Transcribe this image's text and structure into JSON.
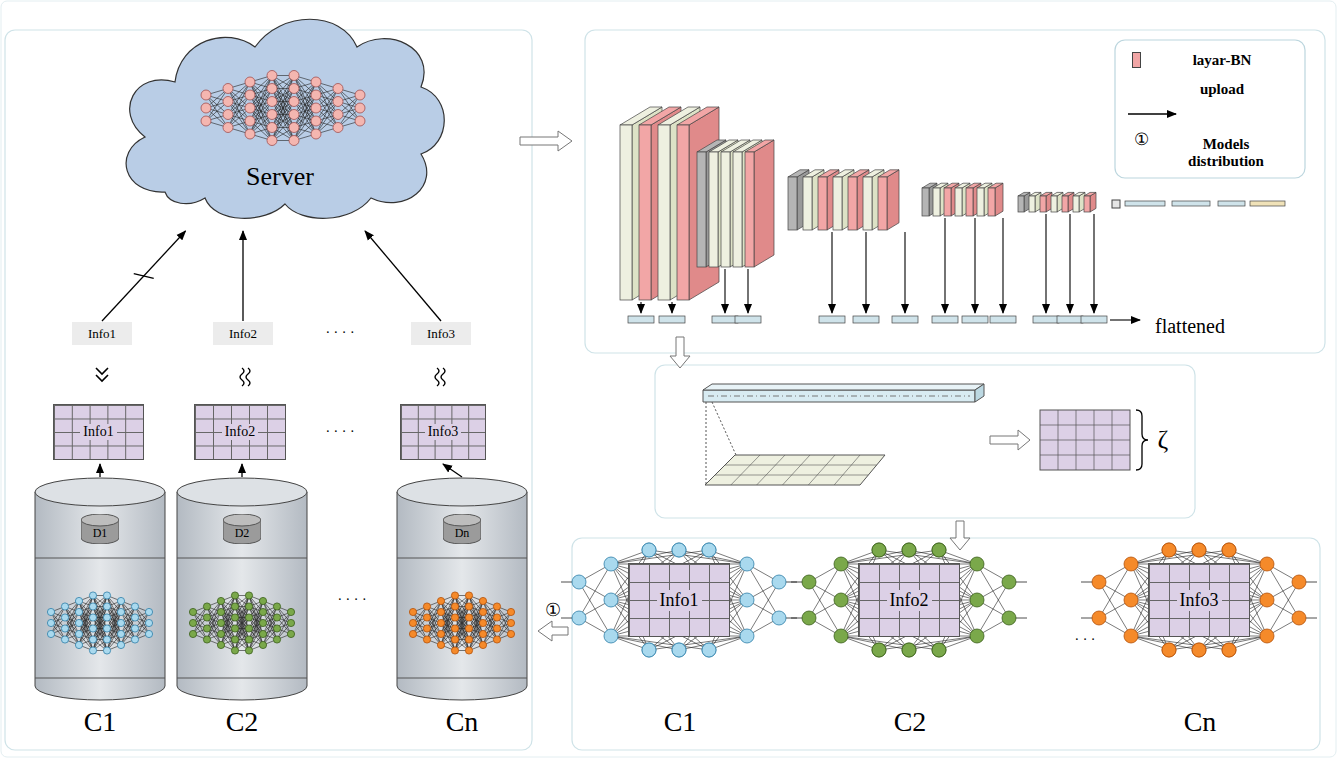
{
  "diagram": {
    "nodes": [
      {
        "text": [
          "Server"
        ]
      },
      {
        "text": [
          "Info1"
        ]
      },
      {
        "text": [
          "Info2"
        ]
      },
      {
        "text": [
          "Info3"
        ]
      },
      {
        "text": [
          "Info1"
        ]
      },
      {
        "text": [
          "Info2"
        ]
      },
      {
        "text": [
          "Info3"
        ]
      },
      {
        "text": [
          "C1"
        ]
      },
      {
        "text": [
          "D1"
        ],
        "in": 7
      },
      {
        "text": [
          "C2"
        ]
      },
      {
        "text": [
          "D2"
        ],
        "in": 9
      },
      {
        "text": [
          "Cn"
        ]
      },
      {
        "text": [
          "Dn"
        ],
        "in": 11
      },
      {
        "text": [
          "Info1"
        ]
      },
      {
        "text": [
          "Info2"
        ]
      },
      {
        "text": [
          "Info3"
        ]
      }
    ],
    "edges": [
      {
        "from": 1,
        "to": 0,
        "arrow": "to"
      },
      {
        "from": 2,
        "to": 0,
        "arrow": "to"
      },
      {
        "from": 3,
        "to": 0,
        "arrow": "to"
      },
      {
        "from": 7,
        "to": 4,
        "arrow": "to"
      },
      {
        "from": 9,
        "to": 5,
        "arrow": "to"
      },
      {
        "from": 11,
        "to": 6,
        "arrow": "to"
      }
    ],
    "labels": [
      "· · · ·",
      "· · · ·",
      "· · · ·",
      "①",
      "flattened",
      "ζ",
      "C1",
      "C2",
      "· · ·",
      "Cn",
      "①"
    ],
    "legend": [
      {
        "text": "layar-BN",
        "color": "#f2a6a6"
      },
      {
        "text": "upload"
      },
      {
        "text": "Models distribution"
      }
    ]
  }
}
